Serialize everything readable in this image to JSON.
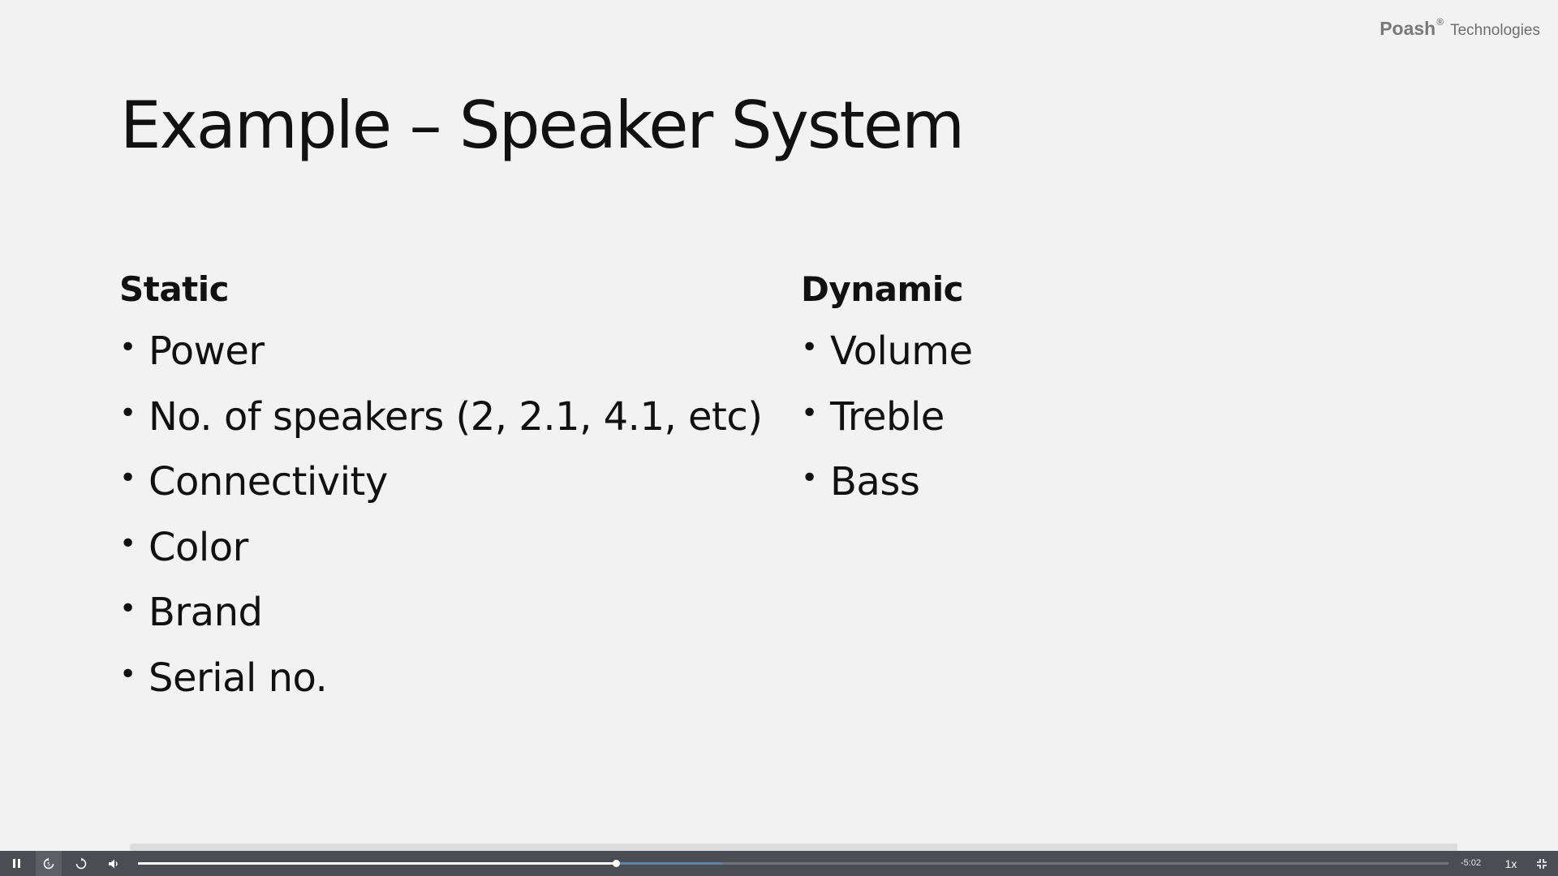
{
  "logo": {
    "brand": "Poash",
    "registered": "®",
    "sub": "Technologies"
  },
  "slide": {
    "title": "Example – Speaker System",
    "static": {
      "heading": "Static",
      "items": [
        "Power",
        "No. of speakers (2, 2.1, 4.1, etc)",
        "Connectivity",
        "Color",
        "Brand",
        "Serial no."
      ]
    },
    "dynamic": {
      "heading": "Dynamic",
      "items": [
        "Volume",
        "Treble",
        "Bass"
      ]
    }
  },
  "player": {
    "time_remaining": "-5:02",
    "speed": "1x",
    "progress_fraction": 0.365,
    "buffered_fraction": 0.445,
    "icons": {
      "pause": "pause-icon",
      "rewind": "rewind-icon",
      "forward": "forward-icon",
      "volume": "volume-icon",
      "fullscreen": "exit-fullscreen-icon"
    }
  }
}
